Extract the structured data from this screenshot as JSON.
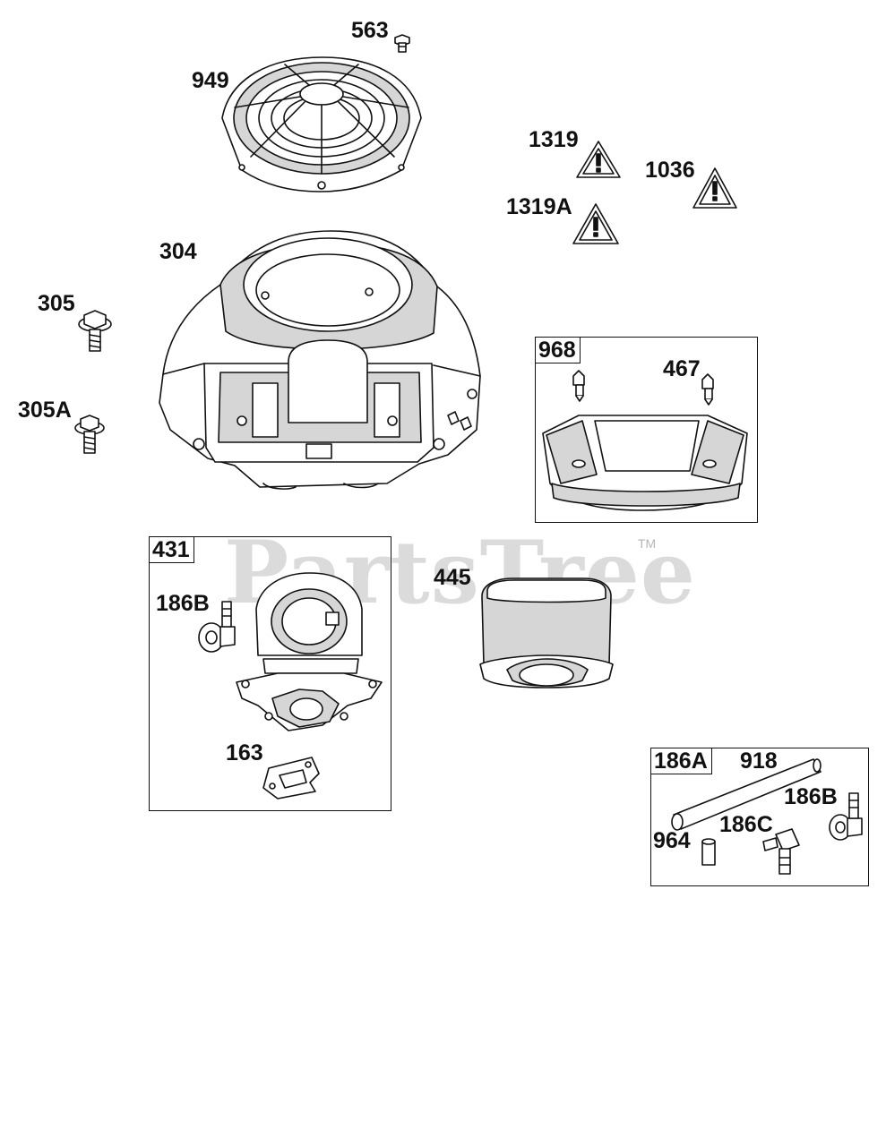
{
  "labels": {
    "p563": "563",
    "p949": "949",
    "p1319": "1319",
    "p1036": "1036",
    "p1319a": "1319A",
    "p304": "304",
    "p305": "305",
    "p305a": "305A",
    "p467": "467",
    "p445": "445",
    "p186b_left": "186B",
    "p163": "163",
    "p918": "918",
    "p186b_right": "186B",
    "p186c": "186C",
    "p964": "964"
  },
  "boxes": {
    "b968": "968",
    "b431": "431",
    "b186a": "186A"
  },
  "watermark": {
    "brand": "PartsTree",
    "trademark": "TM"
  },
  "colors": {
    "line": "#111111",
    "part_fill": "#ffffff",
    "part_shade": "#d6d6d6",
    "watermark": "#c9c9c9"
  }
}
